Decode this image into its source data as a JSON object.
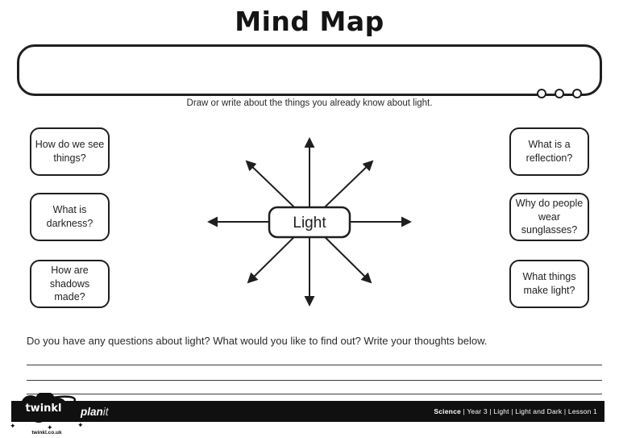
{
  "page": {
    "title": "Mind Map"
  },
  "top_box": {
    "caption": "Draw or write about the things you already know about light."
  },
  "mind_map": {
    "center_label": "Light",
    "left_questions": [
      "How do we see things?",
      "What is darkness?",
      "How are shadows made?"
    ],
    "right_questions": [
      "What is a reflection?",
      "Why do people wear sunglasses?",
      "What things make light?"
    ]
  },
  "bottom": {
    "prompt": "Do you have any questions about light?  What would you like to find out?  Write your thoughts below."
  },
  "footer": {
    "brand": "twinkl",
    "brand_url": "twinkl.co.uk",
    "product_bold": "plan",
    "product_light": "it",
    "meta_bold": "Science",
    "meta_rest": " | Year 3 | Light | Light and Dark | Lesson 1"
  },
  "colors": {
    "ink": "#1f1f1f",
    "footer_bg": "#101010",
    "paper": "#ffffff"
  }
}
